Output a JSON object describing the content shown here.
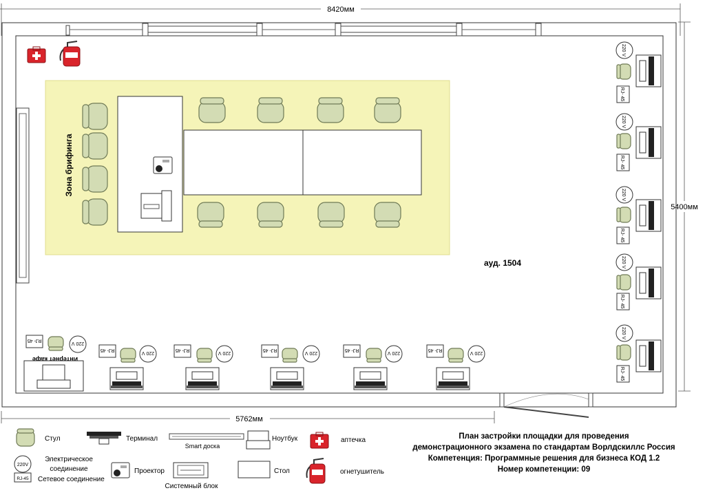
{
  "dimensions": {
    "top_width": "8420мм",
    "right_height": "5400мм",
    "bottom_width": "5762мм"
  },
  "room_label": "ауд. 1504",
  "briefing_zone_label": "Зона брифинга",
  "internet_cafe_label": "Интернет кафе",
  "socket_label": "220 V",
  "network_label": "RJ- 45",
  "legend": {
    "chair": "Стул",
    "terminal": "Терминал",
    "smart_board": "Smart доска",
    "laptop": "Ноутбук",
    "first_aid": "аптечка",
    "electric": "Электрическое соединение",
    "network": "Сетевое соединение",
    "projector": "Проектор",
    "system_unit": "Системный блок",
    "table": "Стол",
    "extinguisher": "огнетушитель",
    "socket_icon_text": "220V",
    "network_icon_text": "RJ-45"
  },
  "title": {
    "line1": "План застройки площадки для проведения",
    "line2": "демонстрационного экзамена по стандартам Ворлдскиллс Россия",
    "line3": "Компетенция: Программные решения для бизнеса КОД 1.2",
    "line4": "Номер компетенции: 09"
  },
  "colors": {
    "briefing_zone": "#f5f4b8",
    "chair": "#d3dcb4",
    "first_aid": "#d9242b",
    "extinguisher": "#d9242b"
  }
}
